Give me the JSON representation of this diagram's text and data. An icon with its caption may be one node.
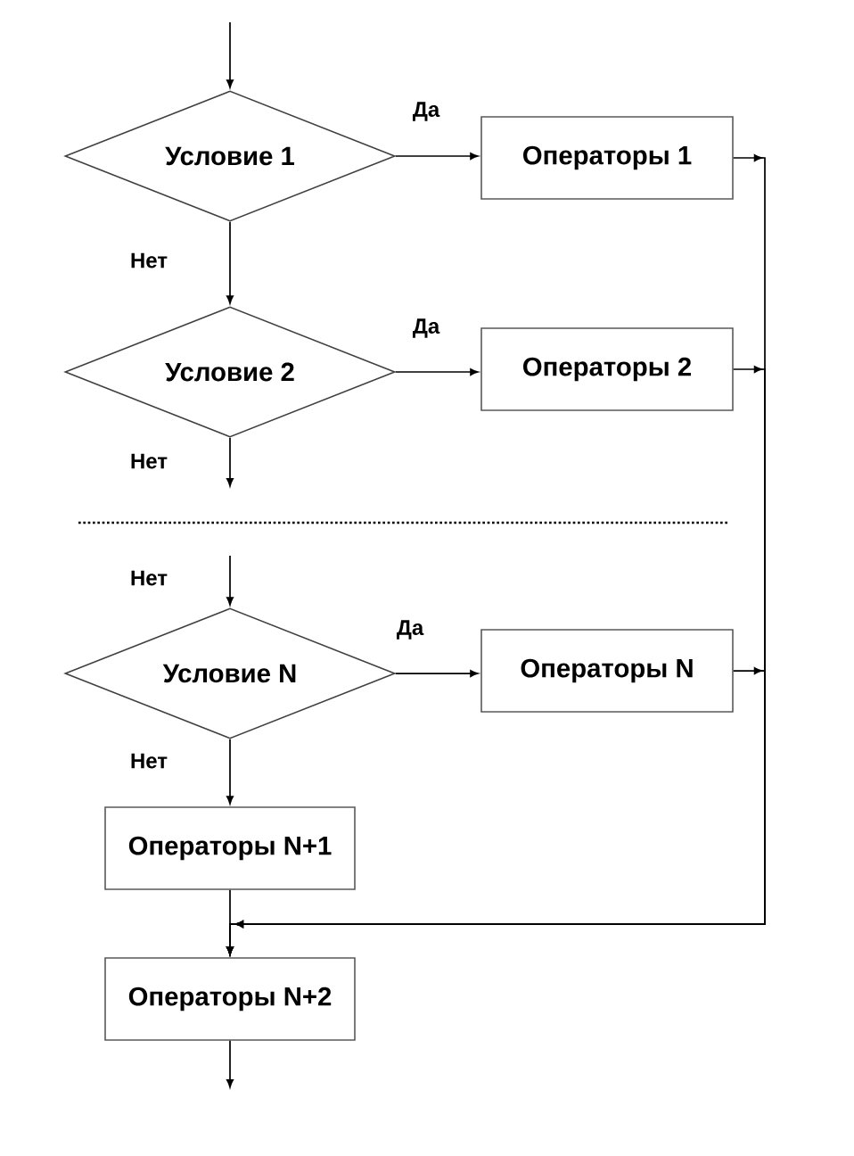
{
  "diagram": {
    "nodes": [
      {
        "text": [
          "Условие 1"
        ]
      },
      {
        "text": [
          "Операторы 1"
        ]
      },
      {
        "text": [
          "Условие 2"
        ]
      },
      {
        "text": [
          "Операторы 2"
        ]
      },
      {
        "text": [
          "Условие N"
        ]
      },
      {
        "text": [
          "Операторы N"
        ]
      },
      {
        "text": [
          "Операторы N+1"
        ]
      },
      {
        "text": [
          "Операторы N+2"
        ]
      }
    ],
    "edges": [
      {
        "from": null,
        "to": 0,
        "arrow": "to"
      },
      {
        "from": 0,
        "to": 1,
        "arrow": "to",
        "label": "Да"
      },
      {
        "from": 0,
        "to": 2,
        "arrow": "to",
        "label": "Нет"
      },
      {
        "from": 2,
        "to": 3,
        "arrow": "to",
        "label": "Да"
      },
      {
        "from": 2,
        "to": null,
        "arrow": "to",
        "label": "Нет"
      },
      {
        "from": null,
        "to": 4,
        "arrow": "to",
        "label": "Нет"
      },
      {
        "from": 4,
        "to": 5,
        "arrow": "to",
        "label": "Да"
      },
      {
        "from": 4,
        "to": 6,
        "arrow": "to",
        "label": "Нет"
      },
      {
        "from": 1,
        "to": 7,
        "arrow": "to"
      },
      {
        "from": 3,
        "to": 7,
        "arrow": "to"
      },
      {
        "from": 5,
        "to": 7,
        "arrow": "to"
      },
      {
        "from": 6,
        "to": 7,
        "arrow": "to"
      },
      {
        "from": 7,
        "to": null,
        "arrow": "to"
      }
    ]
  }
}
